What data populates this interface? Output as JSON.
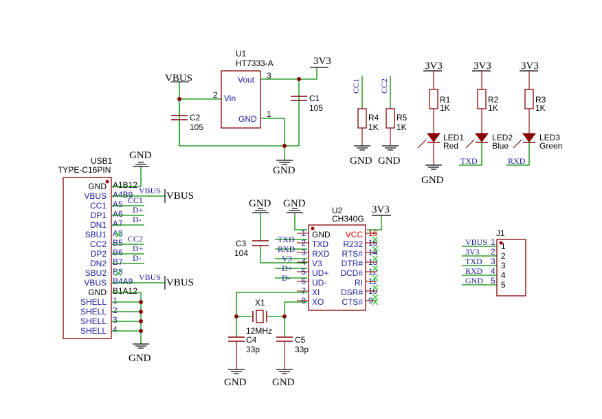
{
  "usb1": {
    "ref": "USB1",
    "value": "TYPE-C16PIN",
    "left_pins": [
      "GND",
      "VBUS",
      "CC1",
      "DP1",
      "DN1",
      "SBU1",
      "CC2",
      "DP2",
      "DN2",
      "SBU2",
      "VBUS",
      "GND",
      "SHELL",
      "SHELL",
      "SHELL",
      "SHELL"
    ],
    "right_pins": [
      "A1B12",
      "A4B9",
      "A5",
      "A6",
      "A7",
      "A8",
      "B5",
      "B6",
      "B7",
      "B8",
      "B4A9",
      "B1A12",
      "1",
      "2",
      "3",
      "4"
    ],
    "net_labels": [
      "VBUS",
      "CC1",
      "D+",
      "D-",
      "CC2",
      "D+",
      "D-",
      "VBUS"
    ],
    "power_labels": [
      "VBUS",
      "VBUS"
    ]
  },
  "u1": {
    "ref": "U1",
    "value": "HT7333-A",
    "pins": {
      "vin": "Vin",
      "vout": "Vout",
      "gnd": "GND",
      "p1": "1",
      "p2": "2",
      "p3": "3"
    }
  },
  "u2": {
    "ref": "U2",
    "value": "CH340G",
    "left_names": [
      "GND",
      "TXD",
      "RXD",
      "V3",
      "UD+",
      "UD-",
      "XI",
      "XO"
    ],
    "left_nums": [
      "1",
      "2",
      "3",
      "4",
      "5",
      "6",
      "7",
      "8"
    ],
    "right_names": [
      "VCC",
      "R232",
      "RTS#",
      "DTR#",
      "DCD#",
      "RI",
      "DSR#",
      "CTS#"
    ],
    "right_nums": [
      "16",
      "15",
      "14",
      "13",
      "12",
      "11",
      "10",
      "9"
    ],
    "net_labels": [
      "TXD",
      "RXD",
      "V3",
      "D+",
      "D-"
    ]
  },
  "caps": [
    {
      "ref": "C1",
      "value": "105"
    },
    {
      "ref": "C2",
      "value": "105"
    },
    {
      "ref": "C3",
      "value": "104"
    },
    {
      "ref": "C4",
      "value": "33p"
    },
    {
      "ref": "C5",
      "value": "33p"
    }
  ],
  "resistors": [
    {
      "ref": "R4",
      "value": "1K",
      "net": "CC1"
    },
    {
      "ref": "R5",
      "value": "1K",
      "net": "CC2"
    },
    {
      "ref": "R1",
      "value": "1K"
    },
    {
      "ref": "R2",
      "value": "1K"
    },
    {
      "ref": "R3",
      "value": "1K"
    }
  ],
  "leds": [
    {
      "ref": "LED1",
      "color": "Red",
      "net": ""
    },
    {
      "ref": "LED2",
      "color": "Blue",
      "net": "TXD"
    },
    {
      "ref": "LED3",
      "color": "Green",
      "net": "RXD"
    }
  ],
  "crystal": {
    "ref": "X1",
    "value": "12MHz"
  },
  "j1": {
    "ref": "J1",
    "nets": [
      "VBUS",
      "3V3",
      "TXD",
      "RXD",
      "GND"
    ],
    "nums": [
      "1",
      "2",
      "3",
      "4",
      "5"
    ]
  },
  "power": {
    "gnd": "GND",
    "v33": "3V3",
    "vbus": "VBUS"
  },
  "colors": {
    "wire": "#008a00",
    "body": "#880000",
    "pin_name": "#1a1aa0",
    "vcc_pin": "#e00000",
    "nc": "#33cc33"
  }
}
